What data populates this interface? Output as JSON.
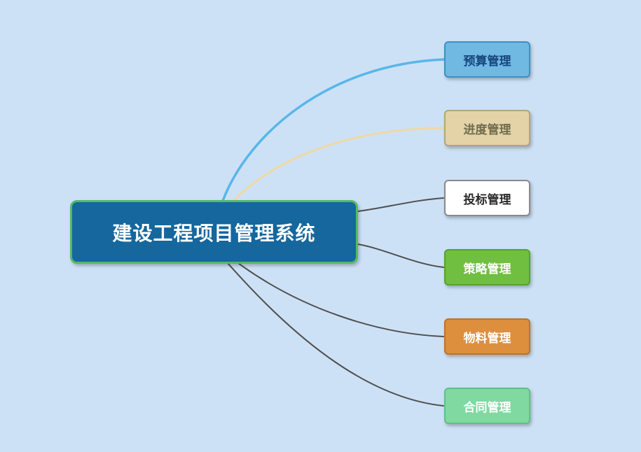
{
  "diagram": {
    "type": "mindmap",
    "background_color": "#cde1f6",
    "root": {
      "label": "建设工程项目管理系统",
      "bg": "#15679d",
      "border": "#55b966",
      "text_color": "#ffffff"
    },
    "nodes": [
      {
        "label": "预算管理",
        "bg": "#6fb9e3",
        "border": "#3f8fc0",
        "text_color": "#16477c"
      },
      {
        "label": "进度管理",
        "bg": "#e4d3a6",
        "border": "#b3a679",
        "text_color": "#716d4f"
      },
      {
        "label": "投标管理",
        "bg": "#ffffff",
        "border": "#8a8a8a",
        "text_color": "#2b2b2b"
      },
      {
        "label": "策略管理",
        "bg": "#70bf40",
        "border": "#56a32c",
        "text_color": "#ffffff"
      },
      {
        "label": "物料管理",
        "bg": "#dd8f3d",
        "border": "#bb742b",
        "text_color": "#ffffff"
      },
      {
        "label": "合同管理",
        "bg": "#80d9a1",
        "border": "#5fc184",
        "text_color": "#ffffff"
      }
    ],
    "connectors": [
      {
        "from": "建设工程项目管理系统",
        "to": "预算管理",
        "color": "#58b7e8"
      },
      {
        "from": "建设工程项目管理系统",
        "to": "进度管理",
        "color": "#edd9a3"
      },
      {
        "from": "建设工程项目管理系统",
        "to": "投标管理",
        "color": "#4f4f4f"
      },
      {
        "from": "建设工程项目管理系统",
        "to": "策略管理",
        "color": "#4f4f4f"
      },
      {
        "from": "建设工程项目管理系统",
        "to": "物料管理",
        "color": "#4f4f4f"
      },
      {
        "from": "建设工程项目管理系统",
        "to": "合同管理",
        "color": "#4f4f4f"
      }
    ]
  }
}
